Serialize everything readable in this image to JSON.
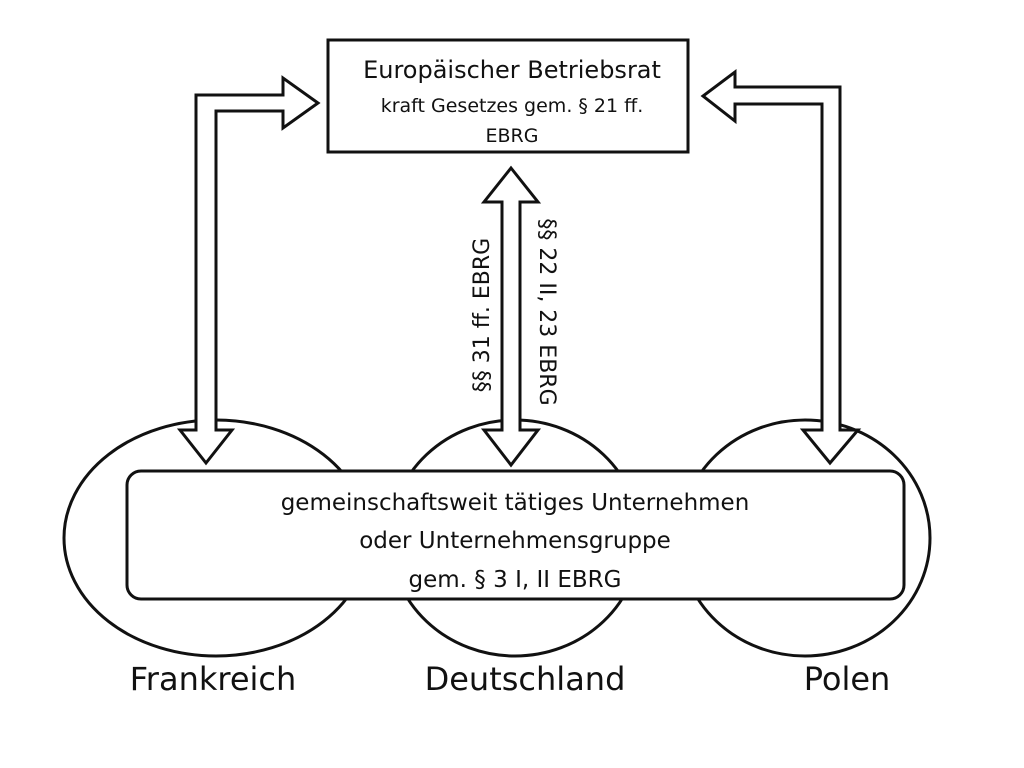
{
  "top_box": {
    "title": "Europäischer Betriebsrat",
    "line2": "kraft Gesetzes gem. § 21 ff.",
    "line3": "EBRG"
  },
  "center_box": {
    "line1": "gemeinschaftsweit tätiges Unternehmen",
    "line2": "oder Unternehmensgruppe",
    "line3": "gem. § 3 I, II EBRG"
  },
  "arrow_labels": {
    "left_of_center": "§§ 31 ff. EBRG",
    "right_of_center": "§§ 22 II, 23 EBRG"
  },
  "countries": {
    "left": "Frankreich",
    "middle": "Deutschland",
    "right": "Polen"
  }
}
